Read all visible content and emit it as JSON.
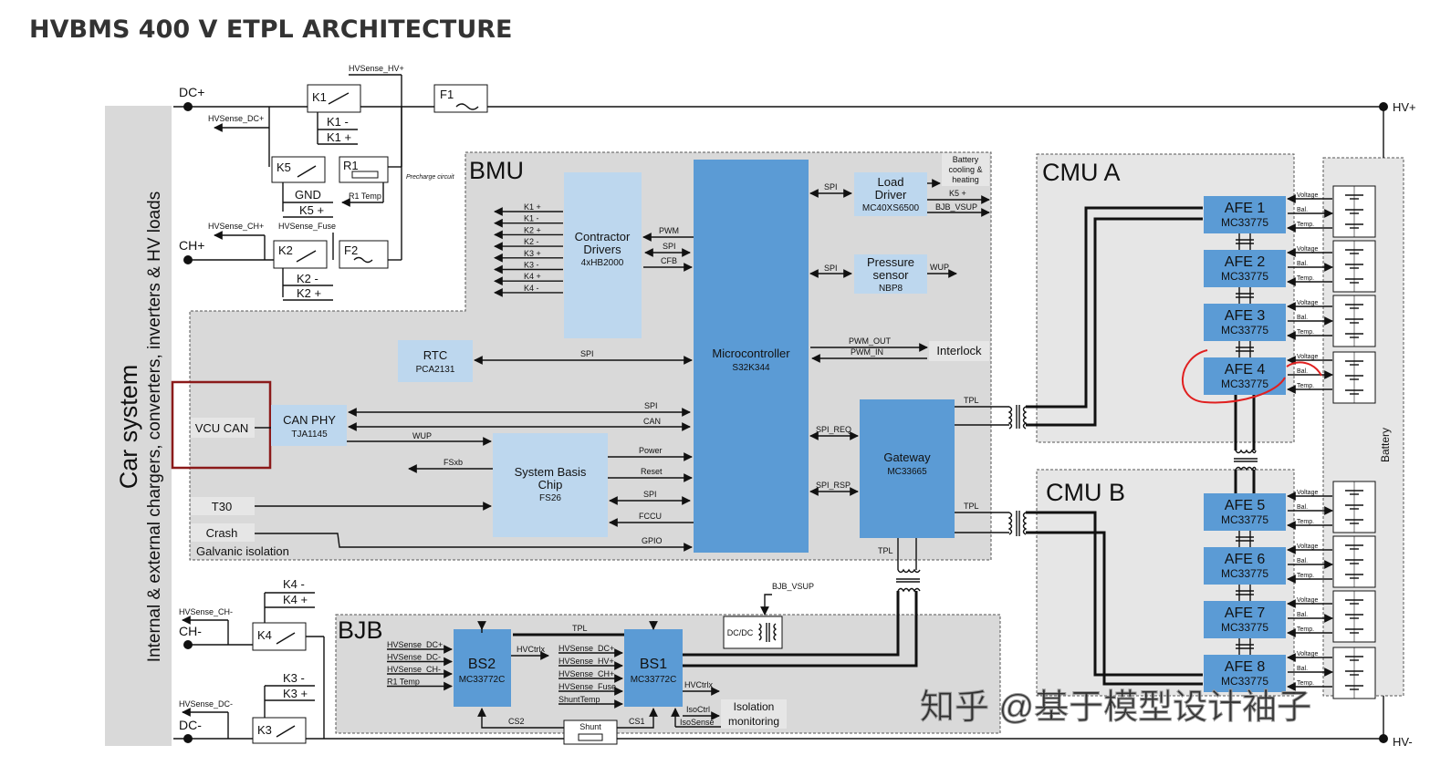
{
  "title": "HVBMS 400 V ETPL ARCHITECTURE",
  "car_system": {
    "title": "Car system",
    "subtitle": "Internal & external chargers, converters, inverters & HV loads"
  },
  "rails": {
    "dc_plus": "DC+",
    "ch_plus": "CH+",
    "ch_minus": "CH-",
    "dc_minus": "DC-",
    "hv_plus": "HV+",
    "hv_minus": "HV-"
  },
  "hv_circuit": {
    "hvsense_hv_plus": "HVSense_HV+",
    "hvsense_dc_plus": "HVSense_DC+",
    "hvsense_ch_plus": "HVSense_CH+",
    "hvsense_fuse": "HVSense_Fuse",
    "hvsense_ch_minus": "HVSense_CH-",
    "hvsense_dc_minus": "HVSense_DC-",
    "k1": "K1",
    "k1_minus": "K1 -",
    "k1_plus": "K1 +",
    "f1": "F1",
    "k5": "K5",
    "r1": "R1",
    "r1_temp": "R1 Temp",
    "precharge": "Precharge circuit",
    "gnd": "GND",
    "k5_plus": "K5 +",
    "k2": "K2",
    "f2": "F2",
    "k2_minus": "K2 -",
    "k2_plus": "K2 +",
    "k4": "K4",
    "k4_minus": "K4 -",
    "k4_plus": "K4 +",
    "k3": "K3",
    "k3_minus": "K3 -",
    "k3_plus": "K3 +"
  },
  "bmu": {
    "title": "BMU",
    "contractor": {
      "name": "Contractor",
      "name2": "Drivers",
      "part": "4xHB2000",
      "outputs": [
        "K1 +",
        "K1 -",
        "K2 +",
        "K2 -",
        "K3 +",
        "K3 -",
        "K4 +",
        "K4 -"
      ],
      "pwm": "PWM",
      "spi": "SPI",
      "cfb": "CFB"
    },
    "mcu": {
      "name": "Microcontroller",
      "part": "S32K344"
    },
    "load_driver": {
      "name": "Load",
      "name2": "Driver",
      "part": "MC40XS6500",
      "spi": "SPI",
      "k5": "K5 +",
      "bjb": "BJB_VSUP"
    },
    "cooling": {
      "l1": "Battery",
      "l2": "cooling &",
      "l3": "heating"
    },
    "pressure": {
      "name": "Pressure",
      "name2": "sensor",
      "part": "NBP8",
      "spi": "SPI",
      "wup": "WUP"
    },
    "interlock": {
      "name": "Interlock",
      "pwm_out": "PWM_OUT",
      "pwm_in": "PWM_IN"
    },
    "rtc": {
      "name": "RTC",
      "part": "PCA2131",
      "spi": "SPI"
    },
    "can_phy": {
      "name": "CAN PHY",
      "part": "TJA1145",
      "spi": "SPI",
      "can": "CAN",
      "wup": "WUP"
    },
    "sbc": {
      "name": "System Basis",
      "name2": "Chip",
      "part": "FS26",
      "fsxb": "FSxb",
      "power": "Power",
      "reset": "Reset",
      "spi": "SPI",
      "fccu": "FCCU"
    },
    "gateway": {
      "name": "Gateway",
      "part": "MC33665",
      "spi_req": "SPI_REQ",
      "spi_rsp": "SPI_RSP",
      "tpl": "TPL"
    },
    "vcu_can": "VCU CAN",
    "t30": "T30",
    "crash": "Crash",
    "gpio": "GPIO",
    "galvanic": "Galvanic isolation"
  },
  "bjb": {
    "title": "BJB",
    "bs2": {
      "name": "BS2",
      "part": "MC33772C"
    },
    "bs1": {
      "name": "BS1",
      "part": "MC33772C"
    },
    "bs2_inputs": [
      "HVSense_DC+",
      "HVSense_DC-",
      "HVSense_CH-",
      "R1 Temp"
    ],
    "bs1_inputs": [
      "HVSense_DC+",
      "HVSense_HV+",
      "HVSense_CH+",
      "HVSense_Fuse",
      "ShuntTemp"
    ],
    "hvctrlx": "HVCtrlx",
    "hvctrlx2": "HVCtrlx",
    "isoctrl": "IsoCtrl",
    "isosense": "IsoSense",
    "tpl": "TPL",
    "cs2": "CS2",
    "cs1": "CS1",
    "shunt": "Shunt",
    "dcdc": "DC/DC",
    "bjb_vsup": "BJB_VSUP",
    "isolation": "Isolation",
    "isolation2": "monitoring"
  },
  "cmu_a": {
    "title": "CMU A",
    "afes": [
      {
        "name": "AFE 1",
        "part": "MC33775"
      },
      {
        "name": "AFE 2",
        "part": "MC33775"
      },
      {
        "name": "AFE 3",
        "part": "MC33775"
      },
      {
        "name": "AFE 4",
        "part": "MC33775"
      }
    ]
  },
  "cmu_b": {
    "title": "CMU B",
    "afes": [
      {
        "name": "AFE 5",
        "part": "MC33775"
      },
      {
        "name": "AFE 6",
        "part": "MC33775"
      },
      {
        "name": "AFE 7",
        "part": "MC33775"
      },
      {
        "name": "AFE 8",
        "part": "MC33775"
      }
    ]
  },
  "afe_signals": {
    "voltage": "Voltage",
    "bal": "Bal.",
    "temp": "Temp."
  },
  "cmu_tpl_a": "TPL",
  "cmu_tpl_b": "TPL",
  "gateway_tpl": "TPL",
  "battery": "Battery",
  "watermark": "知乎 @基于模型设计袖子",
  "colors": {
    "block_light": "#bdd7ee",
    "block_dark": "#5b9bd5",
    "region": "#d9d9d9",
    "highlight_box": "#8b1a1a",
    "annotation": "#e02020"
  }
}
